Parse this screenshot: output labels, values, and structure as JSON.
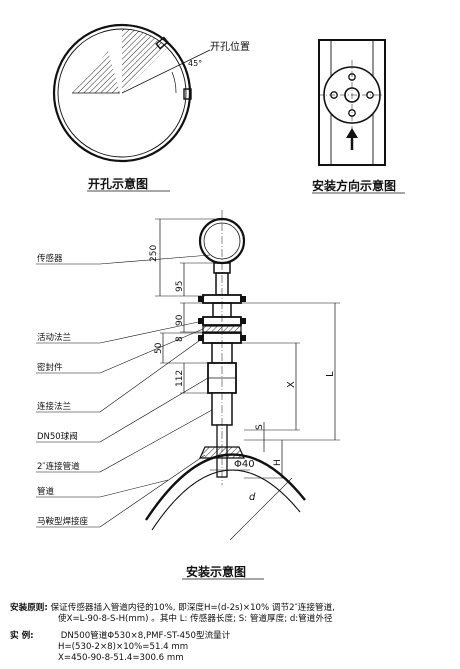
{
  "hole_diagram": {
    "title": "开孔示意图",
    "position_label": "开孔位置",
    "angle_label": "45°"
  },
  "direction_diagram": {
    "title": "安装方向示意图"
  },
  "install_diagram": {
    "title": "安装示意图",
    "labels": {
      "sensor": "传感器",
      "flange_movable": "活动法兰",
      "seal": "密封件",
      "flange_connect": "连接法兰",
      "valve": "DN50球阀",
      "pipe_connect": "2″连接管道",
      "pipe": "管道",
      "saddle": "马鞍型焊接座"
    },
    "dimensions": {
      "d250": "250",
      "d95": "95",
      "d90": "90",
      "d8": "8",
      "d50": "50",
      "d112": "112",
      "x": "X",
      "l": "L",
      "s": "S",
      "h": "H",
      "phi40": "Φ40",
      "d": "d"
    }
  },
  "notes": {
    "principle_label": "安装原则:",
    "principle_line1": "保证传感器插入管道内径的10%, 即深度H=(d-2s)×10%  调节2″连接管道,",
    "principle_line2": "使X=L-90-8-S-H(mm) 。其中 L: 传感器长度;   S: 管道厚度;   d:管道外径",
    "example_label": "实    例:",
    "example_line1": "DN500管道Φ530×8,PMF-ST-450型流量计",
    "example_line2": "H=(530-2×8)×10%=51.4 mm",
    "example_line3": "X=450-90-8-51.4=300.6 mm"
  }
}
